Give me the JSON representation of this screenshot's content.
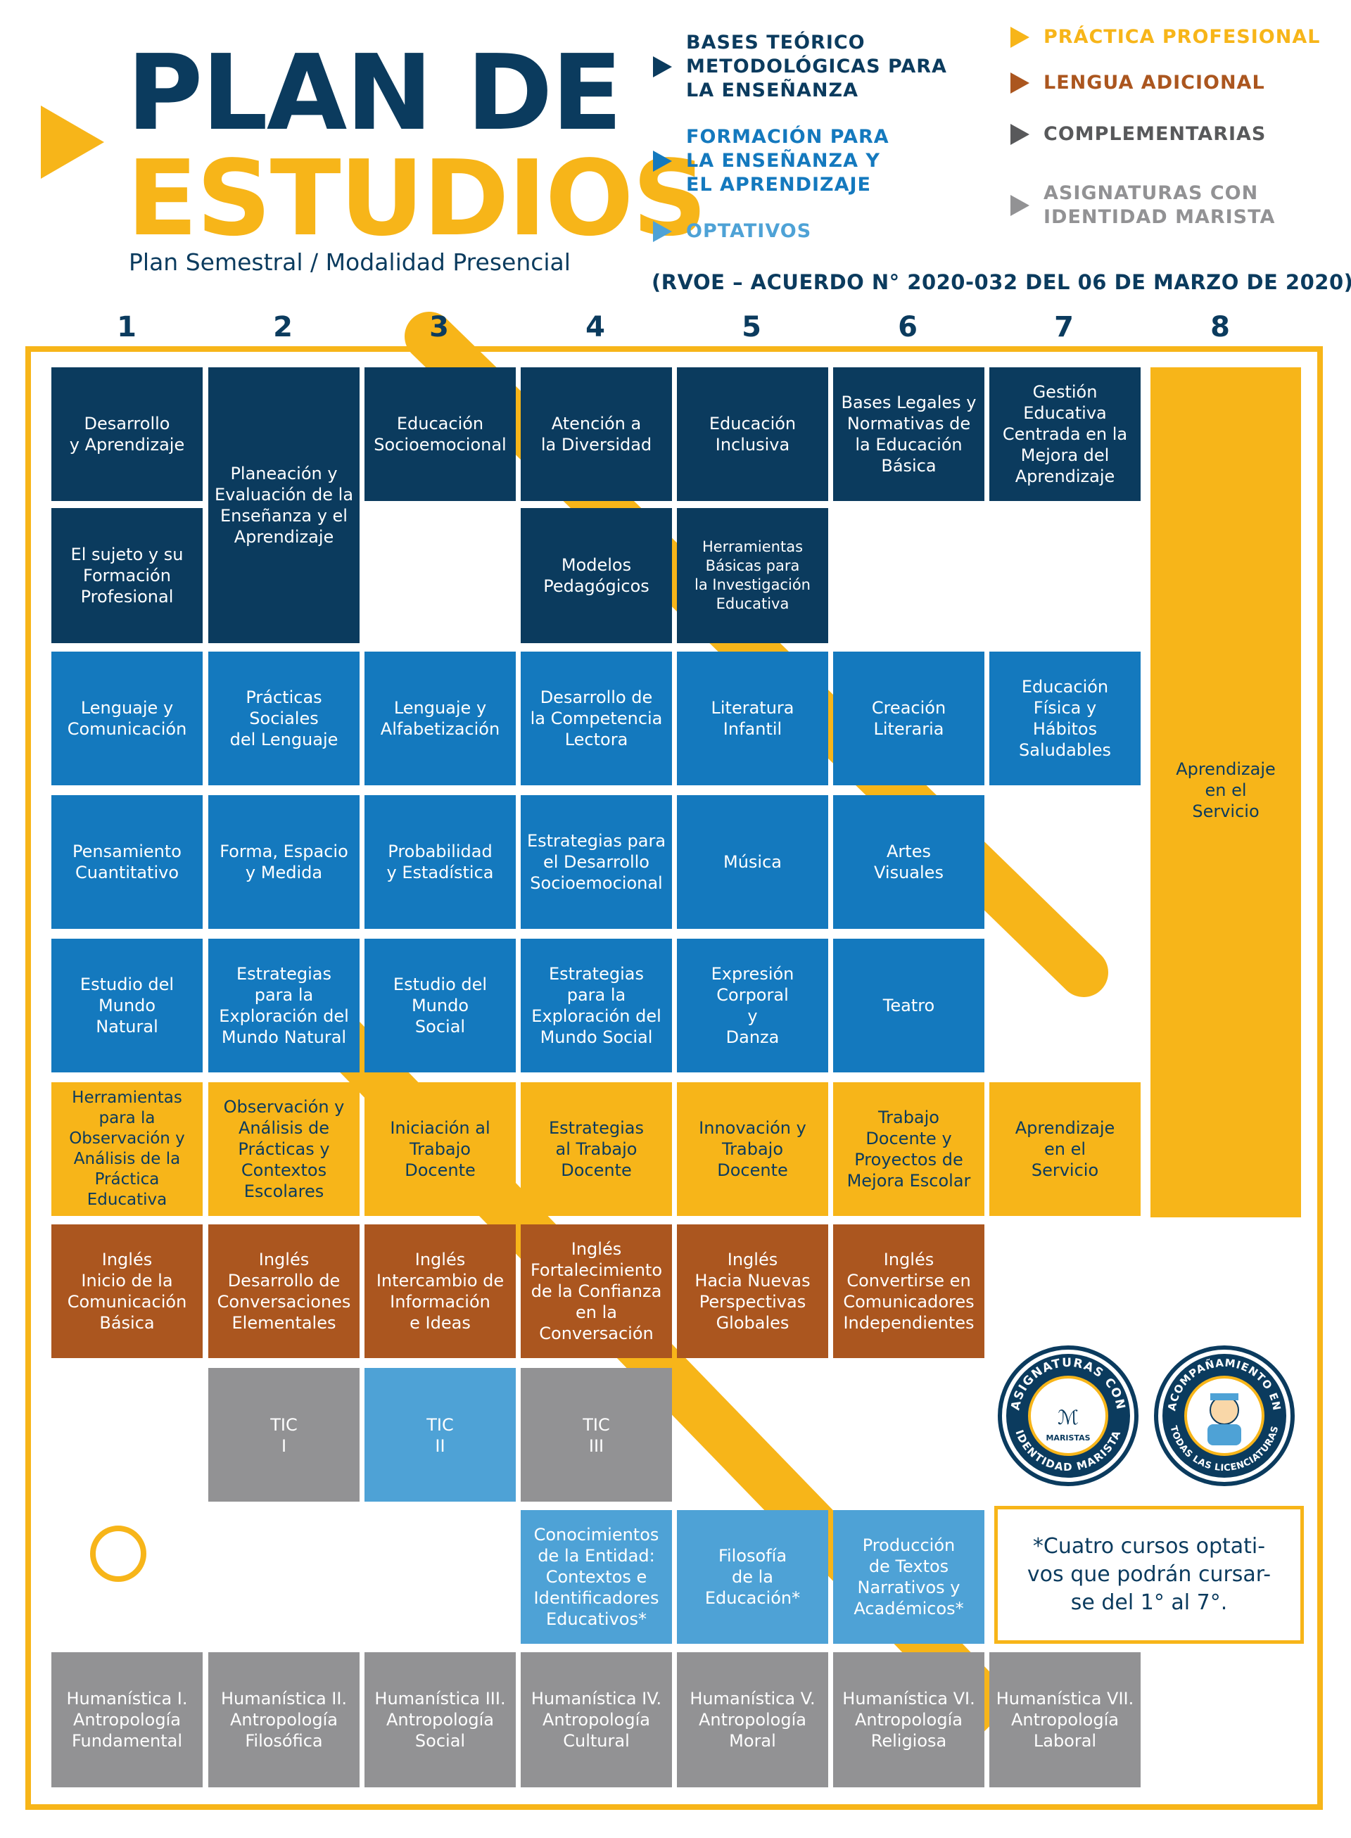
{
  "header": {
    "title_line1": "PLAN DE",
    "title_line2": "ESTUDIOS",
    "subtitle": "Plan Semestral / Modalidad Presencial",
    "rvoe": "(RVOE – ACUERDO N° 2020-032 DEL 06 DE MARZO DE 2020)"
  },
  "legend": [
    {
      "label": "BASES TEÓRICO\nMETODOLÓGICAS PARA\nLA ENSEÑANZA",
      "color": "#0b3b5e"
    },
    {
      "label": "FORMACIÓN PARA\nLA ENSEÑANZA Y\nEL APRENDIZAJE",
      "color": "#1479be"
    },
    {
      "label": "OPTATIVOS",
      "color": "#4ea2d6"
    },
    {
      "label": "PRÁCTICA PROFESIONAL",
      "color": "#f7b519"
    },
    {
      "label": "LENGUA ADICIONAL",
      "color": "#ab561f"
    },
    {
      "label": "COMPLEMENTARIAS",
      "color": "#58595b"
    },
    {
      "label": "ASIGNATURAS CON\nIDENTIDAD MARISTA",
      "color": "#929294"
    }
  ],
  "semesters": [
    "1",
    "2",
    "3",
    "4",
    "5",
    "6",
    "7",
    "8"
  ],
  "courses": {
    "desarrollo_aprendizaje": "Desarrollo\ny Aprendizaje",
    "sujeto_formacion": "El sujeto y su\nFormación\nProfesional",
    "planeacion_evaluacion": "Planeación y\nEvaluación de la\nEnseñanza y el\nAprendizaje",
    "educacion_socioemocional": "Educación\nSocioemocional",
    "atencion_diversidad": "Atención a\nla Diversidad",
    "modelos_pedagogicos": "Modelos\nPedagógicos",
    "educacion_inclusiva": "Educación\nInclusiva",
    "herramientas_investigacion": "Herramientas\nBásicas para\nla Investigación\nEducativa",
    "bases_legales": "Bases Legales y\nNormativas de\nla Educación\nBásica",
    "gestion_educativa": "Gestión\nEducativa\nCentrada en la\nMejora del\nAprendizaje",
    "aprendizaje_servicio_8": "Aprendizaje\nen el\nServicio",
    "lenguaje_comunicacion": "Lenguaje y\nComunicación",
    "practicas_sociales": "Prácticas Sociales\ndel Lenguaje",
    "lenguaje_alfabetizacion": "Lenguaje y\nAlfabetización",
    "competencia_lectora": "Desarrollo de\nla Competencia\nLectora",
    "literatura_infantil": "Literatura\nInfantil",
    "creacion_literaria": "Creación\nLiteraria",
    "educacion_fisica": "Educación\nFísica y\nHábitos\nSaludables",
    "pensamiento_cuantitativo": "Pensamiento\nCuantitativo",
    "forma_espacio": "Forma, Espacio\ny Medida",
    "probabilidad": "Probabilidad\ny Estadística",
    "estrategias_socioemocional": "Estrategias para\nel Desarrollo\nSocioemocional",
    "musica": "Música",
    "artes_visuales": "Artes\nVisuales",
    "mundo_natural": "Estudio del\nMundo\nNatural",
    "estrategias_natural": "Estrategias\npara la\nExploración del\nMundo Natural",
    "mundo_social": "Estudio del\nMundo\nSocial",
    "estrategias_social": "Estrategias\npara la\nExploración del\nMundo Social",
    "expresion_corporal": "Expresión\nCorporal\ny\nDanza",
    "teatro": "Teatro",
    "herramientas_observacion": "Herramientas\npara la\nObservación y\nAnálisis de la\nPráctica\nEducativa",
    "observacion_analisis": "Observación y\nAnálisis de\nPrácticas y\nContextos\nEscolares",
    "iniciacion_trabajo": "Iniciación al\nTrabajo\nDocente",
    "estrategias_trabajo": "Estrategias\nal Trabajo\nDocente",
    "innovacion_trabajo": "Innovación y\nTrabajo\nDocente",
    "trabajo_proyectos": "Trabajo\nDocente y\nProyectos de\nMejora Escolar",
    "aprendizaje_servicio_7": "Aprendizaje\nen el\nServicio",
    "ingles_1": "Inglés\nInicio de la\nComunicación\nBásica",
    "ingles_2": "Inglés\nDesarrollo de\nConversaciones\nElementales",
    "ingles_3": "Inglés\nIntercambio de\nInformación\ne Ideas",
    "ingles_4": "Inglés\nFortalecimiento\nde la Confianza\nen la\nConversación",
    "ingles_5": "Inglés\nHacia Nuevas\nPerspectivas\nGlobales",
    "ingles_6": "Inglés\nConvertirse en\nComunicadores\nIndependientes",
    "tic_1": "TIC\nI",
    "tic_2": "TIC\nII",
    "tic_3": "TIC\nIII",
    "conocimientos_entidad": "Conocimientos\nde la Entidad:\nContextos e\nIdentificadores\nEducativos*",
    "filosofia_educacion": "Filosofía\nde la\nEducación*",
    "produccion_textos": "Producción\nde Textos\nNarrativos y\nAcadémicos*",
    "humanistica_1": "Humanística I.\nAntropología\nFundamental",
    "humanistica_2": "Humanística II.\nAntropología\nFilosófica",
    "humanistica_3": "Humanística III.\nAntropología\nSocial",
    "humanistica_4": "Humanística IV.\nAntropología\nCultural",
    "humanistica_5": "Humanística V.\nAntropología\nMoral",
    "humanistica_6": "Humanística VI.\nAntropología\nReligiosa",
    "humanistica_7": "Humanística VII.\nAntropología\nLaboral"
  },
  "note": "*Cuatro cursos optati-\nvos que podrán cursar-\nse del 1° al 7°.",
  "badges": {
    "marista_top": "ASIGNATURAS CON",
    "marista_bottom": "IDENTIDAD MARISTA",
    "marista_center": "MARISTAS",
    "acomp_top": "ACOMPAÑAMIENTO EN",
    "acomp_bottom": "TODAS LAS LICENCIATURAS"
  },
  "colors": {
    "navy": "#0b3b5e",
    "blue": "#1479be",
    "light_blue": "#4ea2d6",
    "yellow": "#f7b519",
    "brown": "#ab561f",
    "gray": "#929294"
  }
}
